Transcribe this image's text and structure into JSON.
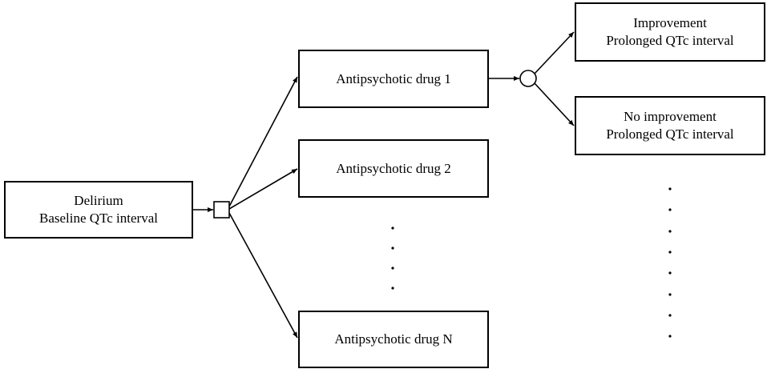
{
  "root": {
    "line1": "Delirium",
    "line2": "Baseline QTc interval"
  },
  "drugs": [
    "Antipsychotic drug 1",
    "Antipsychotic drug 2",
    "Antipsychotic drug N"
  ],
  "outcomes": [
    {
      "line1": "Improvement",
      "line2": "Prolonged QTc interval"
    },
    {
      "line1": "No improvement",
      "line2": "Prolonged QTc interval"
    }
  ],
  "colors": {
    "line": "#000000",
    "background": "#ffffff"
  }
}
